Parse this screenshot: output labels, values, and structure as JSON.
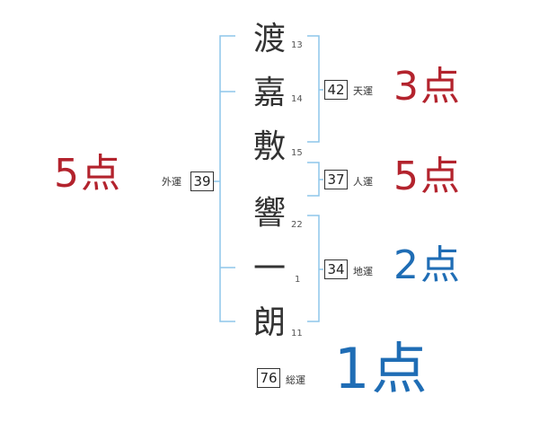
{
  "colors": {
    "bracket": "#8ec6ea",
    "red": "#b3232d",
    "blue": "#1f6db5"
  },
  "characters": [
    {
      "char": "渡",
      "strokes": "13"
    },
    {
      "char": "嘉",
      "strokes": "14"
    },
    {
      "char": "敷",
      "strokes": "15"
    },
    {
      "char": "響",
      "strokes": "22"
    },
    {
      "char": "一",
      "strokes": "1"
    },
    {
      "char": "朗",
      "strokes": "11"
    }
  ],
  "fortunes": {
    "gaiun": {
      "label": "外運",
      "value": "39",
      "score": "5点",
      "color": "red"
    },
    "tenun": {
      "label": "天運",
      "value": "42",
      "score": "3点",
      "color": "red"
    },
    "jinun": {
      "label": "人運",
      "value": "37",
      "score": "5点",
      "color": "red"
    },
    "chiun": {
      "label": "地運",
      "value": "34",
      "score": "2点",
      "color": "blue"
    },
    "souun": {
      "label": "総運",
      "value": "76",
      "score": "1点",
      "color": "blue"
    }
  }
}
